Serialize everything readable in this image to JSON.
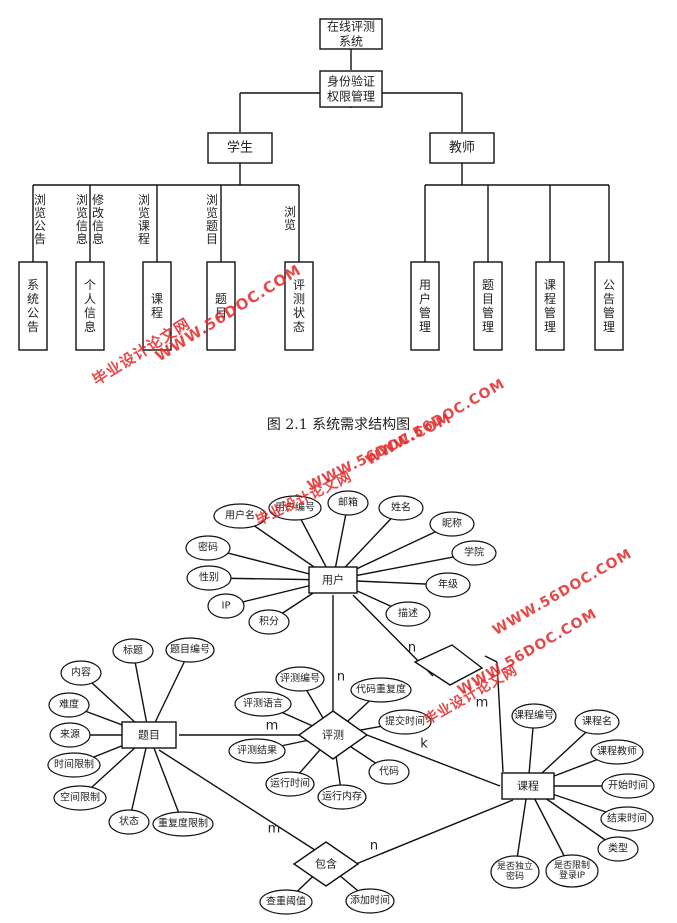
{
  "structure_chart": {
    "root": [
      "在线评测",
      "系统"
    ],
    "auth": [
      "身份验证",
      "权限管理"
    ],
    "student": "学生",
    "teacher": "教师",
    "student_functions": [
      {
        "label": "浏览公告",
        "box": "系统公告"
      },
      {
        "label": "浏览信息",
        "box": "个人信息"
      },
      {
        "label": "修改信息",
        "box": ""
      },
      {
        "label": "浏览课程",
        "box": "课程"
      },
      {
        "label": "浏览题目",
        "box": "题目"
      },
      {
        "label": "浏览",
        "box": "评测状态"
      }
    ],
    "teacher_functions": [
      "用户管理",
      "题目管理",
      "课程管理",
      "公告管理"
    ]
  },
  "caption": "图 2.1 系统需求结构图",
  "er_diagram": {
    "entities": {
      "user": "用户",
      "problem": "题目",
      "course": "课程"
    },
    "relationships": {
      "eval": "评测",
      "contain": "包含",
      "user_course": ""
    },
    "user_attrs": [
      "用户名",
      "用户编号",
      "邮箱",
      "姓名",
      "昵称",
      "学院",
      "年级",
      "描述",
      "积分",
      "IP",
      "性别",
      "密码"
    ],
    "problem_attrs": [
      "标题",
      "题目编号",
      "内容",
      "难度",
      "来源",
      "时间限制",
      "空间限制",
      "状态",
      "重复度限制"
    ],
    "eval_attrs": [
      "评测编号",
      "代码重复度",
      "提交时间",
      "代码",
      "运行内存",
      "运行时间",
      "评测结果",
      "评测语言"
    ],
    "course_attrs": [
      "课程编号",
      "课程名",
      "课程教师",
      "开始时间",
      "结束时间",
      "类型",
      "是否限制登录IP",
      "是否独立密码"
    ],
    "contain_attrs": [
      "查重阈值",
      "添加时间"
    ],
    "cardinalities": {
      "user_eval": "n",
      "user_course_n": "n",
      "user_course_m": "m",
      "problem_eval": "m",
      "eval_course": "k",
      "problem_contain": "m",
      "contain_course": "n"
    }
  },
  "watermarks": [
    "毕业设计论文网",
    "WWW.56DOC.COM"
  ],
  "colors": {
    "watermark": "#e22a2a",
    "line": "#111111"
  }
}
